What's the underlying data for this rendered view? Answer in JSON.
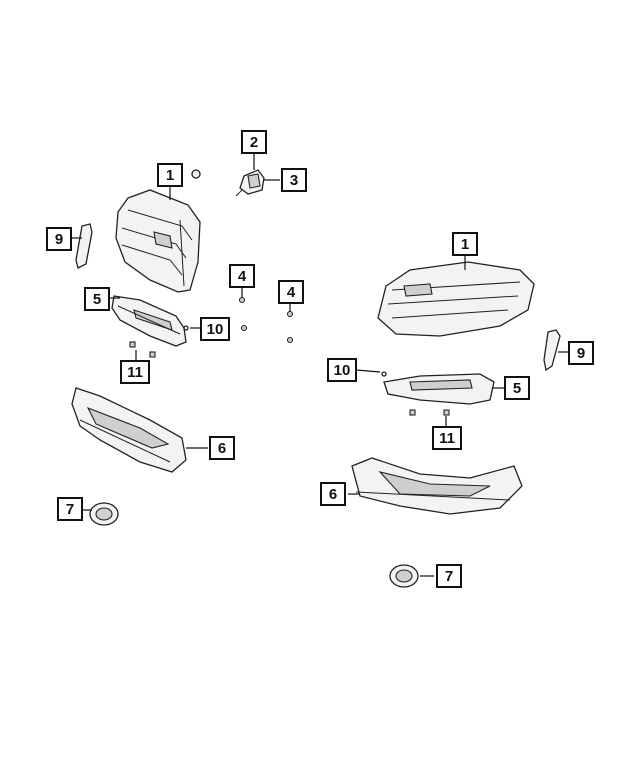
{
  "callouts": {
    "left_housing": "1",
    "bulb_socket": "2",
    "bulb": "3",
    "screw_left": "4",
    "screw_right": "4",
    "left_bracket_upper": "5",
    "left_deflector": "6",
    "left_grommet": "7",
    "left_reflector": "9",
    "left_clip": "10",
    "left_nut": "11",
    "right_housing": "1",
    "right_reflector": "9",
    "right_clip": "10",
    "right_bracket": "5",
    "right_nut": "11",
    "right_deflector": "6",
    "right_grommet": "7"
  }
}
